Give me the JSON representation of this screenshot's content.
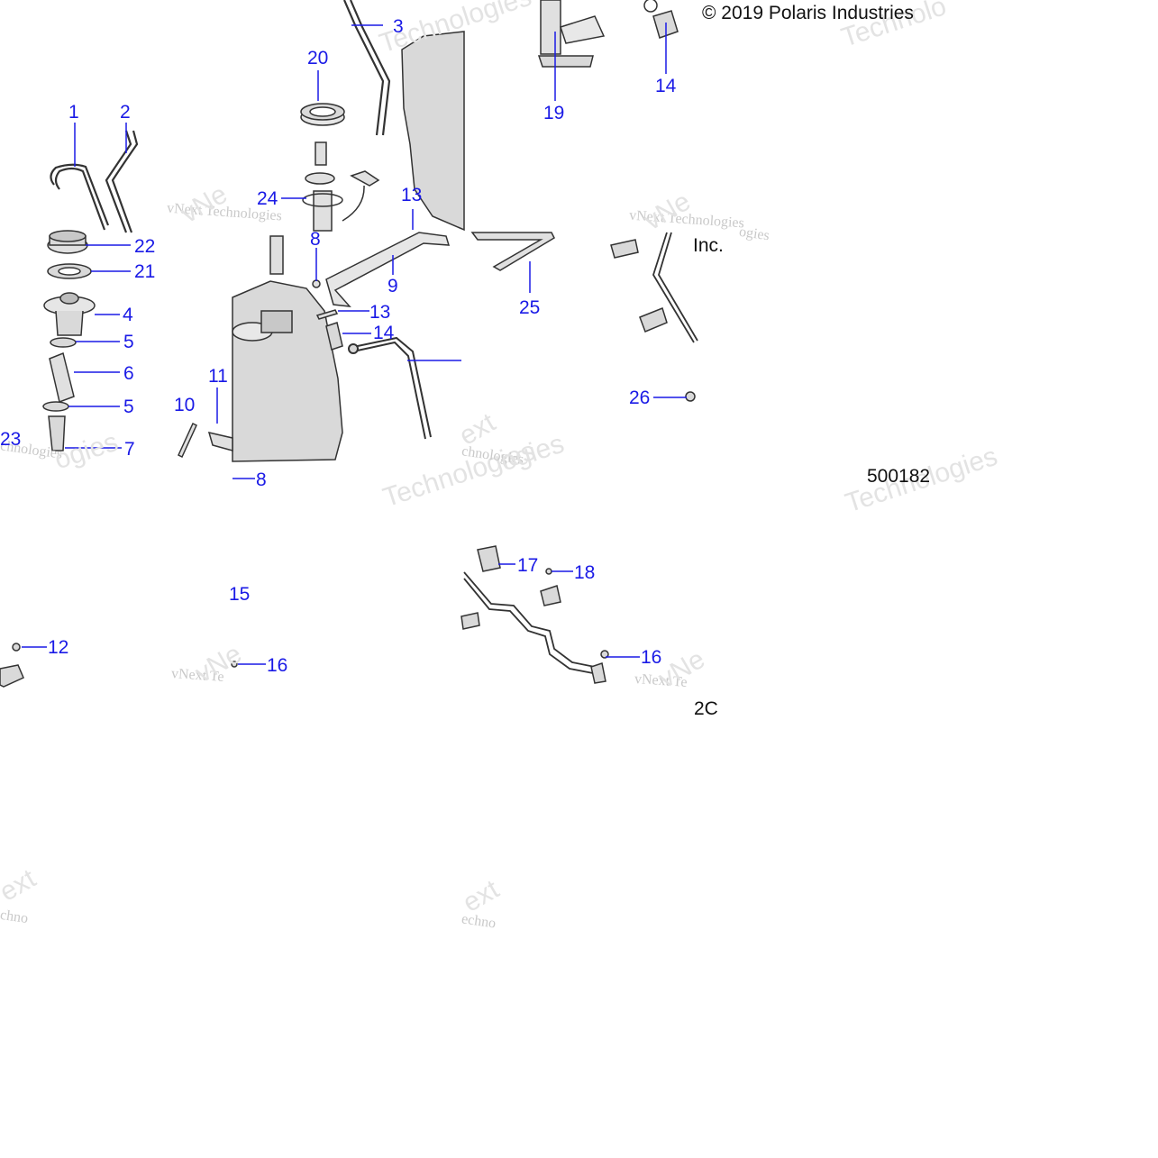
{
  "copyright": "© 2019 Polaris Industries",
  "copyright_suffix": "Inc.",
  "diagram_code": "500182",
  "diagram_code_fragment": "2C",
  "watermark_parts": [
    "vNext Technologies",
    "vNext Te",
    "Technologies",
    "ext",
    "Technolo",
    "vNe",
    "echnologies",
    "chnologies",
    "echno",
    "chno",
    "ogies"
  ],
  "colors": {
    "callout": "#1a1ae6",
    "line": "#1a1ae6",
    "part_fill": "#d9d9d9",
    "part_stroke": "#333333"
  },
  "callouts": {
    "c1": "1",
    "c2": "2",
    "c3": "3",
    "c4": "4",
    "c5a": "5",
    "c5b": "5",
    "c6": "6",
    "c7": "7",
    "c8a": "8",
    "c8b": "8",
    "c9": "9",
    "c10": "10",
    "c11": "11",
    "c12": "12",
    "c13a": "13",
    "c13b": "13",
    "c14a": "14",
    "c14b": "14",
    "c15": "15",
    "c16a": "16",
    "c16b": "16",
    "c17": "17",
    "c18": "18",
    "c19": "19",
    "c20": "20",
    "c21": "21",
    "c22": "22",
    "c23": "23",
    "c24": "24",
    "c25": "25",
    "c26": "26"
  }
}
